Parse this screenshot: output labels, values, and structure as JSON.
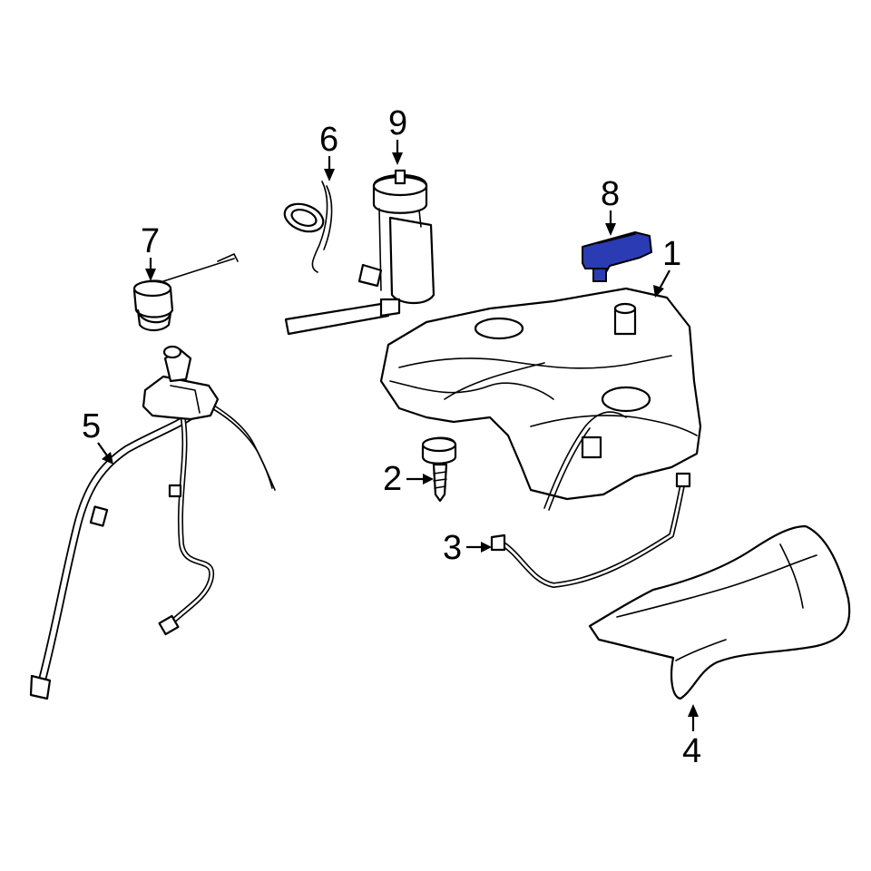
{
  "diagram": {
    "highlight_color": "#2b3bb3",
    "line_color": "#000000",
    "background_color": "#ffffff",
    "callouts": [
      {
        "id": "1",
        "label": "1",
        "part": "fuel-tank"
      },
      {
        "id": "2",
        "label": "2",
        "part": "tank-screw"
      },
      {
        "id": "3",
        "label": "3",
        "part": "tank-strap"
      },
      {
        "id": "4",
        "label": "4",
        "part": "heat-shield"
      },
      {
        "id": "5",
        "label": "5",
        "part": "filler-pipe"
      },
      {
        "id": "6",
        "label": "6",
        "part": "lock-ring"
      },
      {
        "id": "7",
        "label": "7",
        "part": "filler-cap"
      },
      {
        "id": "8",
        "label": "8",
        "part": "pressure-sensor",
        "highlighted": true
      },
      {
        "id": "9",
        "label": "9",
        "part": "fuel-pump"
      }
    ]
  }
}
